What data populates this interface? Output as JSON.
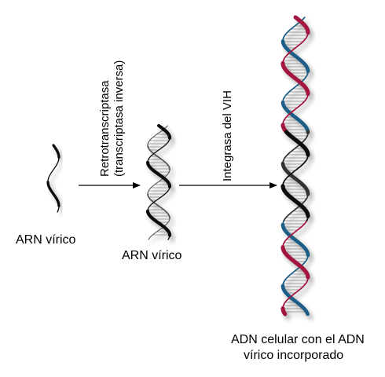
{
  "labels": {
    "viral_rna_1": "ARN vírico",
    "viral_rna_2": "ARN vírico",
    "reverse_transcriptase_line1": "Retrotranscriptasa",
    "reverse_transcriptase_line2": "(transcriptasa inversa)",
    "integrase": "Integrasa del VIH",
    "result_line1": "ADN celular con el ADN",
    "result_line2": "vírico incorporado"
  },
  "colors": {
    "viral_strand": "#111111",
    "host_strand_red": "#a3163f",
    "host_strand_blue": "#1e5e86",
    "rung": "#888888",
    "arrow": "#000000",
    "text": "#000000"
  },
  "icons": [
    "single-strand-rna-icon",
    "rna-helix-icon",
    "dna-double-helix-icon",
    "arrow-right-icon"
  ]
}
